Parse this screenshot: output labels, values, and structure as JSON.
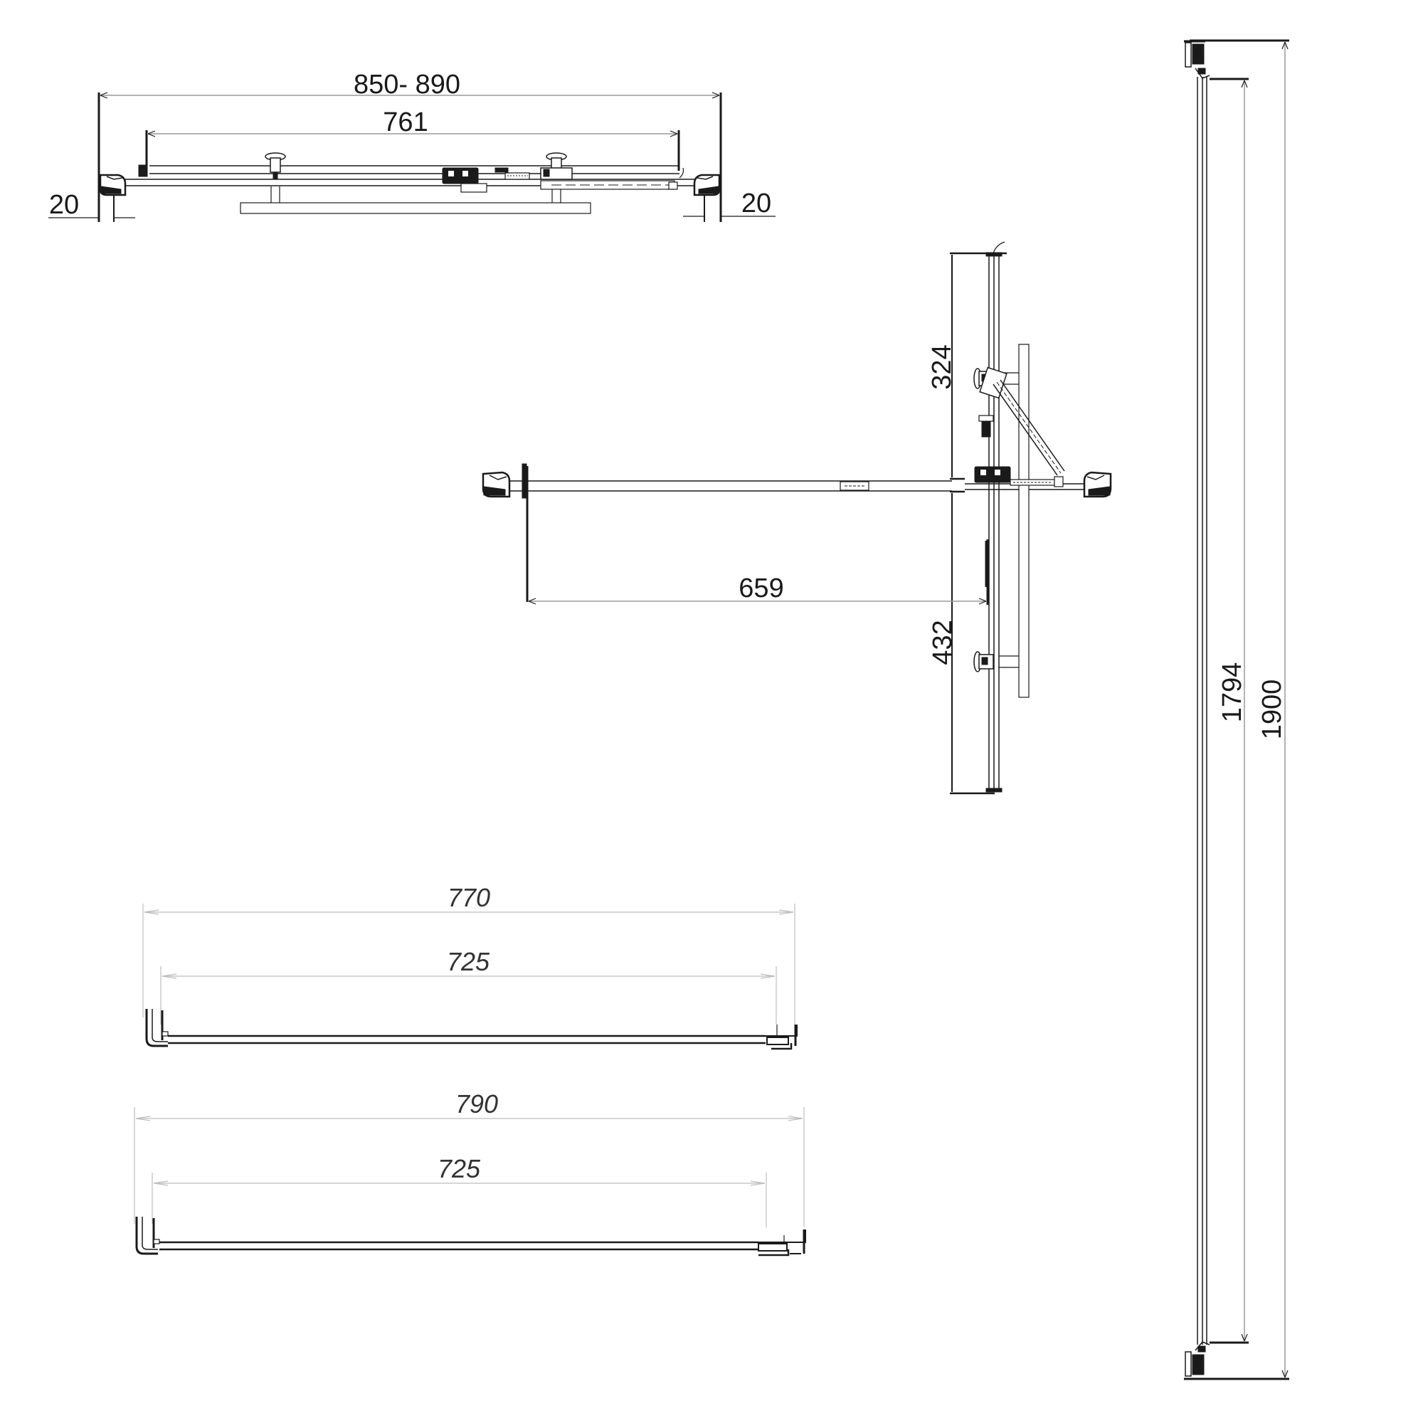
{
  "dimensions": {
    "top_overall": "850- 890",
    "top_glass": "761",
    "top_left_offset": "20",
    "top_right_offset": "20",
    "side_upper": "324",
    "side_lower": "432",
    "side_door": "659",
    "panel_a_overall": "770",
    "panel_a_glass": "725",
    "panel_b_overall": "790",
    "panel_b_glass": "725",
    "height_glass": "1794",
    "height_overall": "1900"
  },
  "colors": {
    "line": "#1a1a1a",
    "dimension_line": "#9a9a9a",
    "light_dimension_line": "#bdbdbd",
    "background": "#ffffff"
  }
}
